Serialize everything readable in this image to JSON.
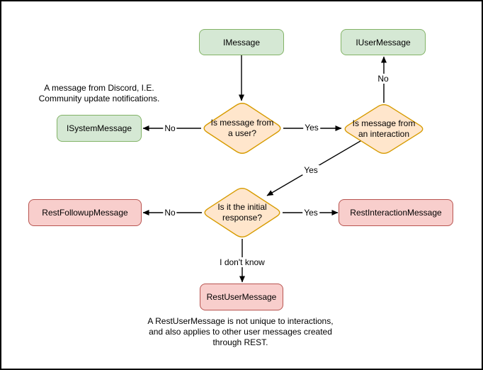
{
  "nodes": {
    "imessage": "IMessage",
    "iusermessage": "IUserMessage",
    "isystemmessage": "ISystemMessage",
    "restfollowupmessage": "RestFollowupMessage",
    "restinteractionmessage": "RestInteractionMessage",
    "restusermessage": "RestUserMessage"
  },
  "decisions": {
    "from_user": "Is message from\na user?",
    "from_interaction": "Is message from\nan interaction",
    "initial_response": "Is it the initial\nresponse?"
  },
  "edge_labels": {
    "from_user_no": "No",
    "from_user_yes": "Yes",
    "from_interaction_no": "No",
    "from_interaction_yes": "Yes",
    "initial_no": "No",
    "initial_yes": "Yes",
    "initial_unknown": "I don't know"
  },
  "notes": {
    "system_message_note": "A message from Discord, I.E.\nCommunity update notifications.",
    "rest_user_message_note": "A RestUserMessage is not unique to interactions,\nand also applies to other user messages created\nthrough REST."
  },
  "colors": {
    "interface_fill": "#d5e8d4",
    "interface_stroke": "#82b366",
    "decision_fill": "#ffe6cc",
    "decision_stroke": "#d79b00",
    "rest_fill": "#f8cecc",
    "rest_stroke": "#b85450",
    "connector": "#000000"
  }
}
